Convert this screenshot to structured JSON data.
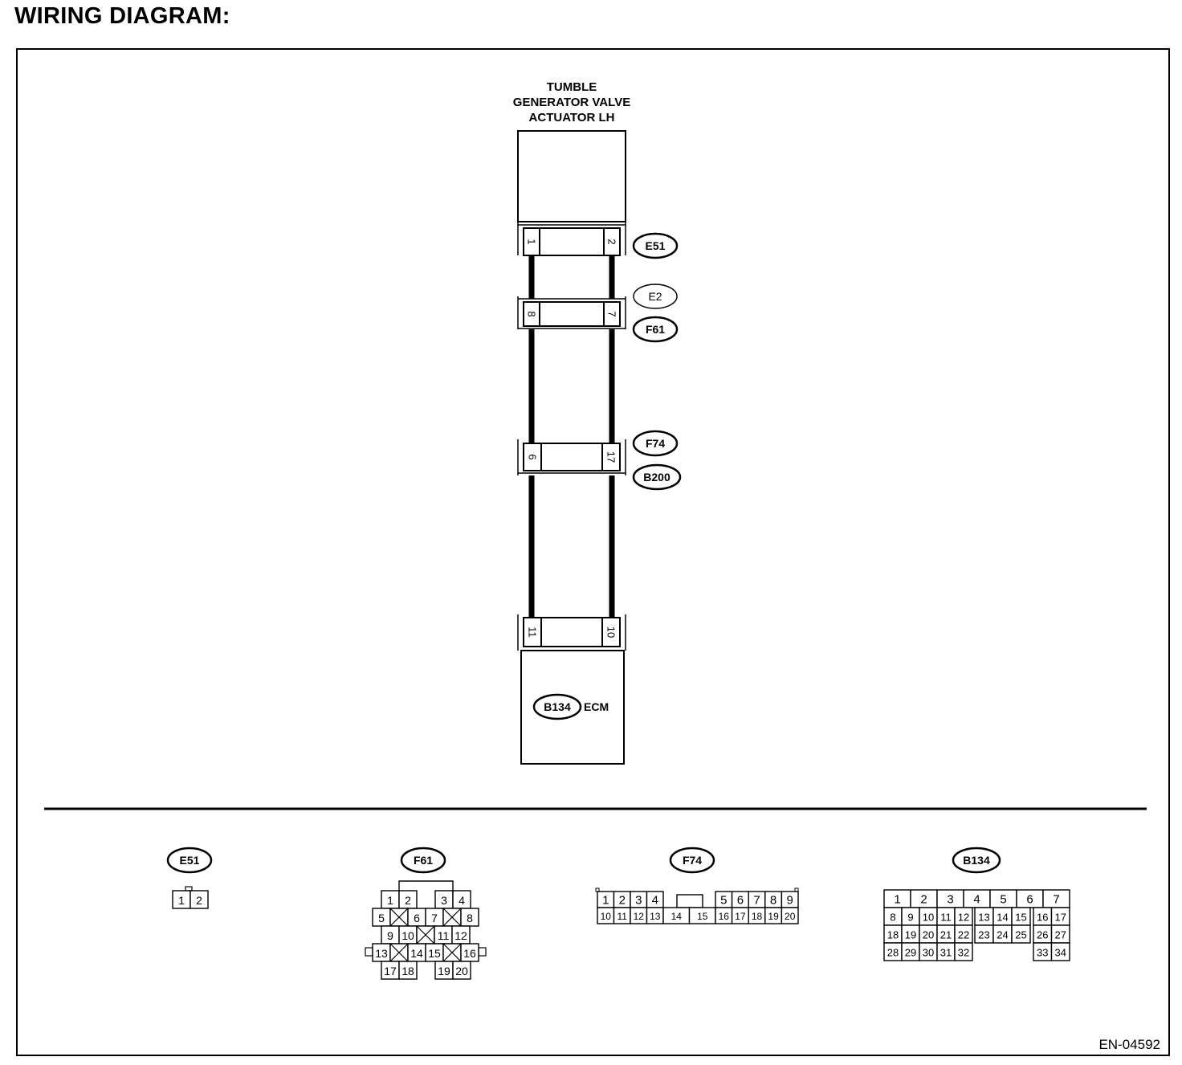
{
  "title": "WIRING DIAGRAM:",
  "figure_code": "EN-04592",
  "components": {
    "actuator": {
      "label_lines": [
        "TUMBLE",
        "GENERATOR VALVE",
        "ACTUATOR LH"
      ]
    },
    "ecm": {
      "connector_id": "B134",
      "label": "ECM"
    }
  },
  "chain": [
    {
      "pins": [
        "1",
        "2"
      ],
      "tags": [
        "E51"
      ]
    },
    {
      "pins": [
        "8",
        "7"
      ],
      "tags": [
        "E2",
        "F61"
      ]
    },
    {
      "pins": [
        "6",
        "17"
      ],
      "tags": [
        "F74",
        "B200"
      ]
    },
    {
      "pins": [
        "11",
        "10"
      ],
      "tags": []
    }
  ],
  "connector_faces": {
    "E51": {
      "name": "E51",
      "rows": [
        [
          "1",
          "2"
        ]
      ]
    },
    "F61": {
      "name": "F61",
      "rows": [
        [
          "1",
          "2",
          "3",
          "4"
        ],
        [
          "5",
          "6",
          "7",
          "8"
        ],
        [
          "9",
          "10",
          "11",
          "12"
        ],
        [
          "13",
          "14",
          "15",
          "16"
        ],
        [
          "17",
          "18",
          "19",
          "20"
        ]
      ]
    },
    "F74": {
      "name": "F74",
      "rows": [
        [
          "1",
          "2",
          "3",
          "4",
          "5",
          "6",
          "7",
          "8",
          "9"
        ],
        [
          "10",
          "11",
          "12",
          "13",
          "14",
          "15",
          "16",
          "17",
          "18",
          "19",
          "20"
        ]
      ]
    },
    "B134": {
      "name": "B134",
      "rows": [
        [
          "1",
          "2",
          "3",
          "4",
          "5",
          "6",
          "7"
        ],
        [
          "8",
          "9",
          "10",
          "11",
          "12",
          "13",
          "14",
          "15",
          "16",
          "17"
        ],
        [
          "18",
          "19",
          "20",
          "21",
          "22",
          "23",
          "24",
          "25",
          "26",
          "27"
        ],
        [
          "28",
          "29",
          "30",
          "31",
          "32",
          "33",
          "34"
        ]
      ]
    }
  }
}
